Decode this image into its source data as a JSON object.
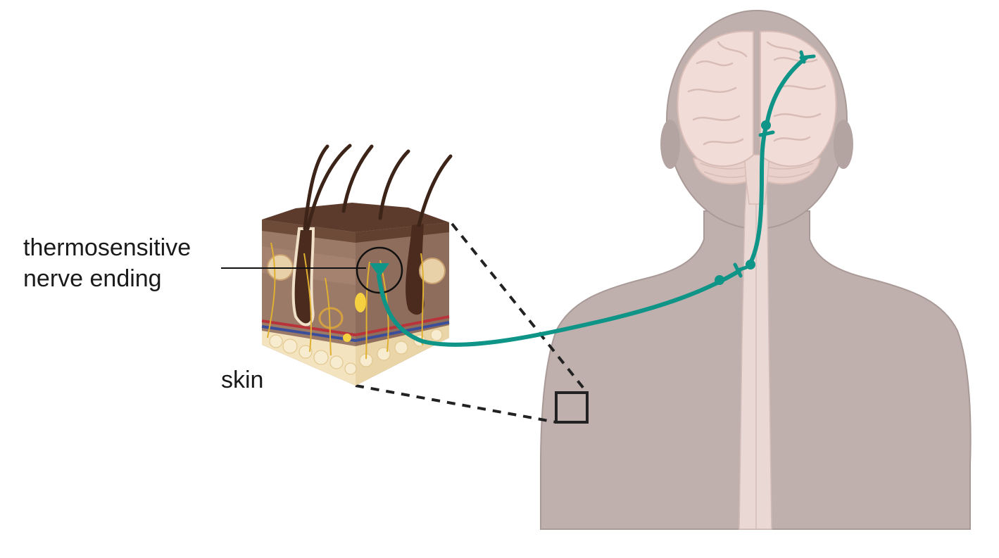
{
  "labels": {
    "nerve_ending_line1": "thermosensitive",
    "nerve_ending_line2": "nerve ending",
    "skin": "skin"
  },
  "colors": {
    "background": "#ffffff",
    "body": "#bfb0ad",
    "body_outline": "#a99a97",
    "spinal_cord": "#ead8d4",
    "brain": "#f2dcd7",
    "brain_fold": "#d8bcb6",
    "nerve": "#0f9488",
    "skin_dark": "#5c3b2c",
    "skin_mid": "#9c7a68",
    "fat": "#f4e3bf",
    "fiber": "#e0b030",
    "hair": "#3d2418",
    "zoom_line": "#222222"
  }
}
